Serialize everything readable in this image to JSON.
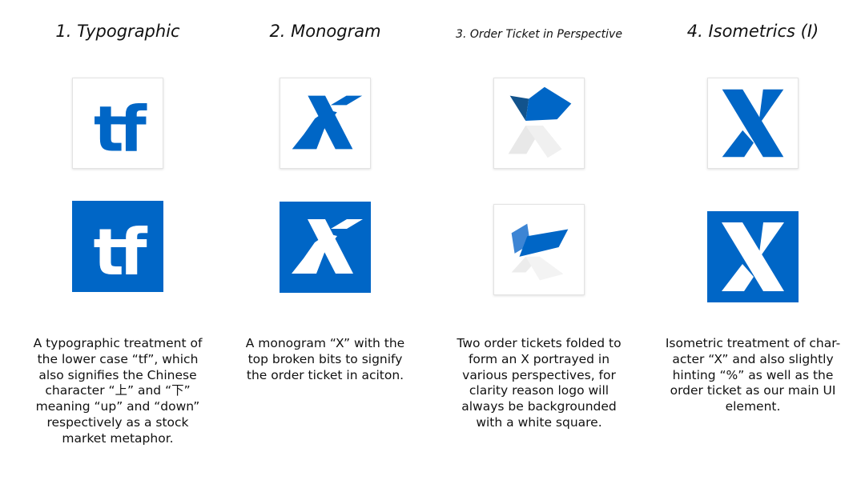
{
  "brand": {
    "blue": "#0066c6",
    "light_blue": "#3d85d4",
    "dark_teal": "#12538c",
    "light_gray": "#e8e8e8",
    "white": "#ffffff"
  },
  "concepts": [
    {
      "title": "1. Typographic",
      "mark": "tf",
      "description_lines": [
        "A typographic treatment of",
        "the lower case “tf”, which",
        "also signifies the Chinese",
        "character “上” and “下”",
        "meaning “up” and “down”",
        "respectively as a stock",
        "market metaphor."
      ]
    },
    {
      "title": "2. Monogram",
      "mark": "X",
      "description_lines": [
        "A monogram “X” with the",
        "top broken bits to signify",
        "the order ticket in aciton."
      ]
    },
    {
      "title": "3. Order Ticket in Perspective",
      "mark": "",
      "description_lines": [
        "Two order tickets folded to",
        "form an X portrayed in",
        "various perspectives, for",
        "clarity reason logo will",
        "always be backgrounded",
        "with a white square."
      ]
    },
    {
      "title": "4. Isometrics (I)",
      "mark": "",
      "description_lines": [
        "Isometric treatment of char-",
        "acter “X” and also slightly",
        "hinting “%” as well as the",
        "order ticket as our main UI",
        "element."
      ]
    }
  ]
}
